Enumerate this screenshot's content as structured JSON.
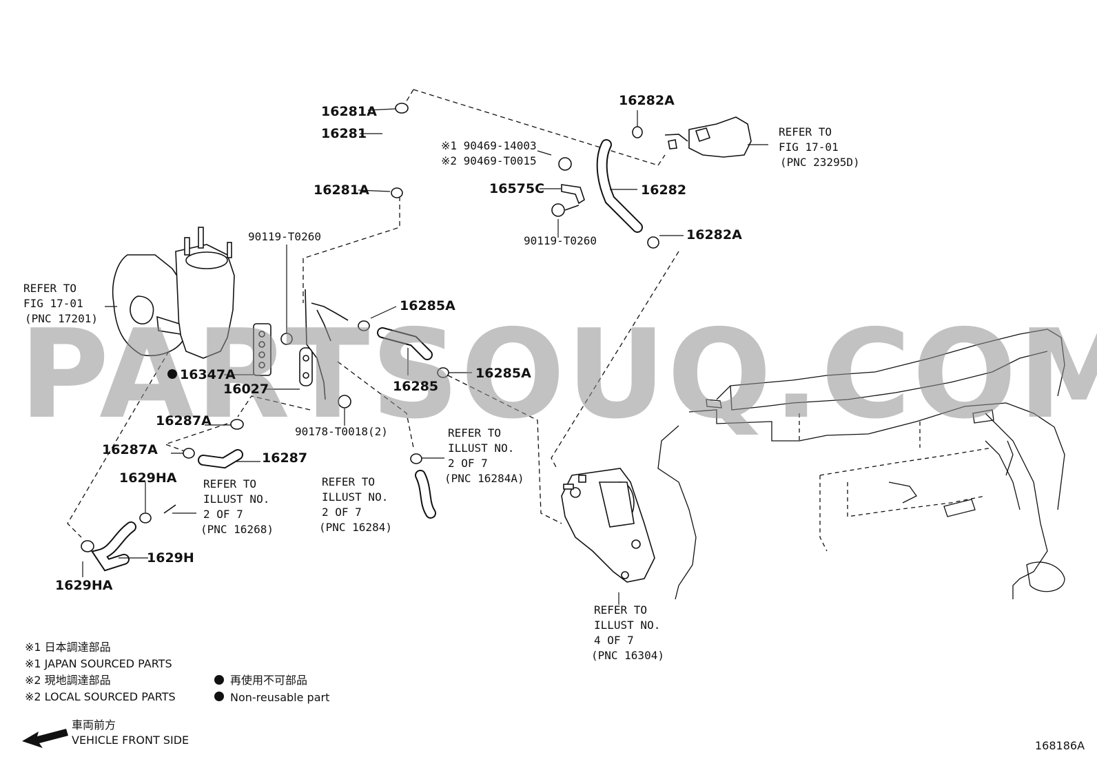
{
  "watermark": "PARTSOUQ.COM",
  "diagram_id": "168186A",
  "parts": {
    "p16281A_top": "16281A",
    "p16281": "16281",
    "p16281A_bot": "16281A",
    "p16282A_top": "16282A",
    "p16282": "16282",
    "p16282A_bot": "16282A",
    "p90469_1": "※1 90469-14003",
    "p90469_2": "※2 90469-T0015",
    "p16575C": "16575C",
    "p90119_right": "90119-T0260",
    "p90119_left": "90119-T0260",
    "p16285A_top": "16285A",
    "p16285": "16285",
    "p16285A_bot": "16285A",
    "p16347A": "16347A",
    "p16027": "16027",
    "p90178": "90178-T0018(2)",
    "p16287A_top": "16287A",
    "p16287A_bot": "16287A",
    "p16287": "16287",
    "p1629HA_top": "1629HA",
    "p1629H": "1629H",
    "p1629HA_bot": "1629HA"
  },
  "refs": {
    "ref_23295D": [
      "REFER TO",
      "FIG 17-01",
      "(PNC 23295D)"
    ],
    "ref_17201": [
      "REFER TO",
      "FIG 17-01",
      "(PNC 17201)"
    ],
    "ref_16284A": [
      "REFER TO",
      "ILLUST NO.",
      "2 OF 7",
      "(PNC 16284A)"
    ],
    "ref_16284": [
      "REFER TO",
      "ILLUST NO.",
      "2 OF 7",
      "(PNC 16284)"
    ],
    "ref_16268": [
      "REFER TO",
      "ILLUST NO.",
      "2 OF 7",
      "(PNC 16268)"
    ],
    "ref_16304": [
      "REFER TO",
      "ILLUST NO.",
      "4 OF 7",
      "(PNC 16304)"
    ]
  },
  "legend": {
    "line1": "※1 日本調達部品",
    "line2": "※1 JAPAN SOURCED PARTS",
    "line3": "※2 現地調達部品",
    "line4": "※2 LOCAL SOURCED PARTS",
    "nonreuse_jp": "再使用不可部品",
    "nonreuse_en": "Non-reusable part"
  },
  "direction": {
    "jp": "車両前方",
    "en": "VEHICLE FRONT SIDE"
  },
  "icons": [
    "clamp-icon",
    "hose-icon",
    "bolt-icon",
    "arrow-left-icon",
    "non-reusable-dot-icon"
  ]
}
